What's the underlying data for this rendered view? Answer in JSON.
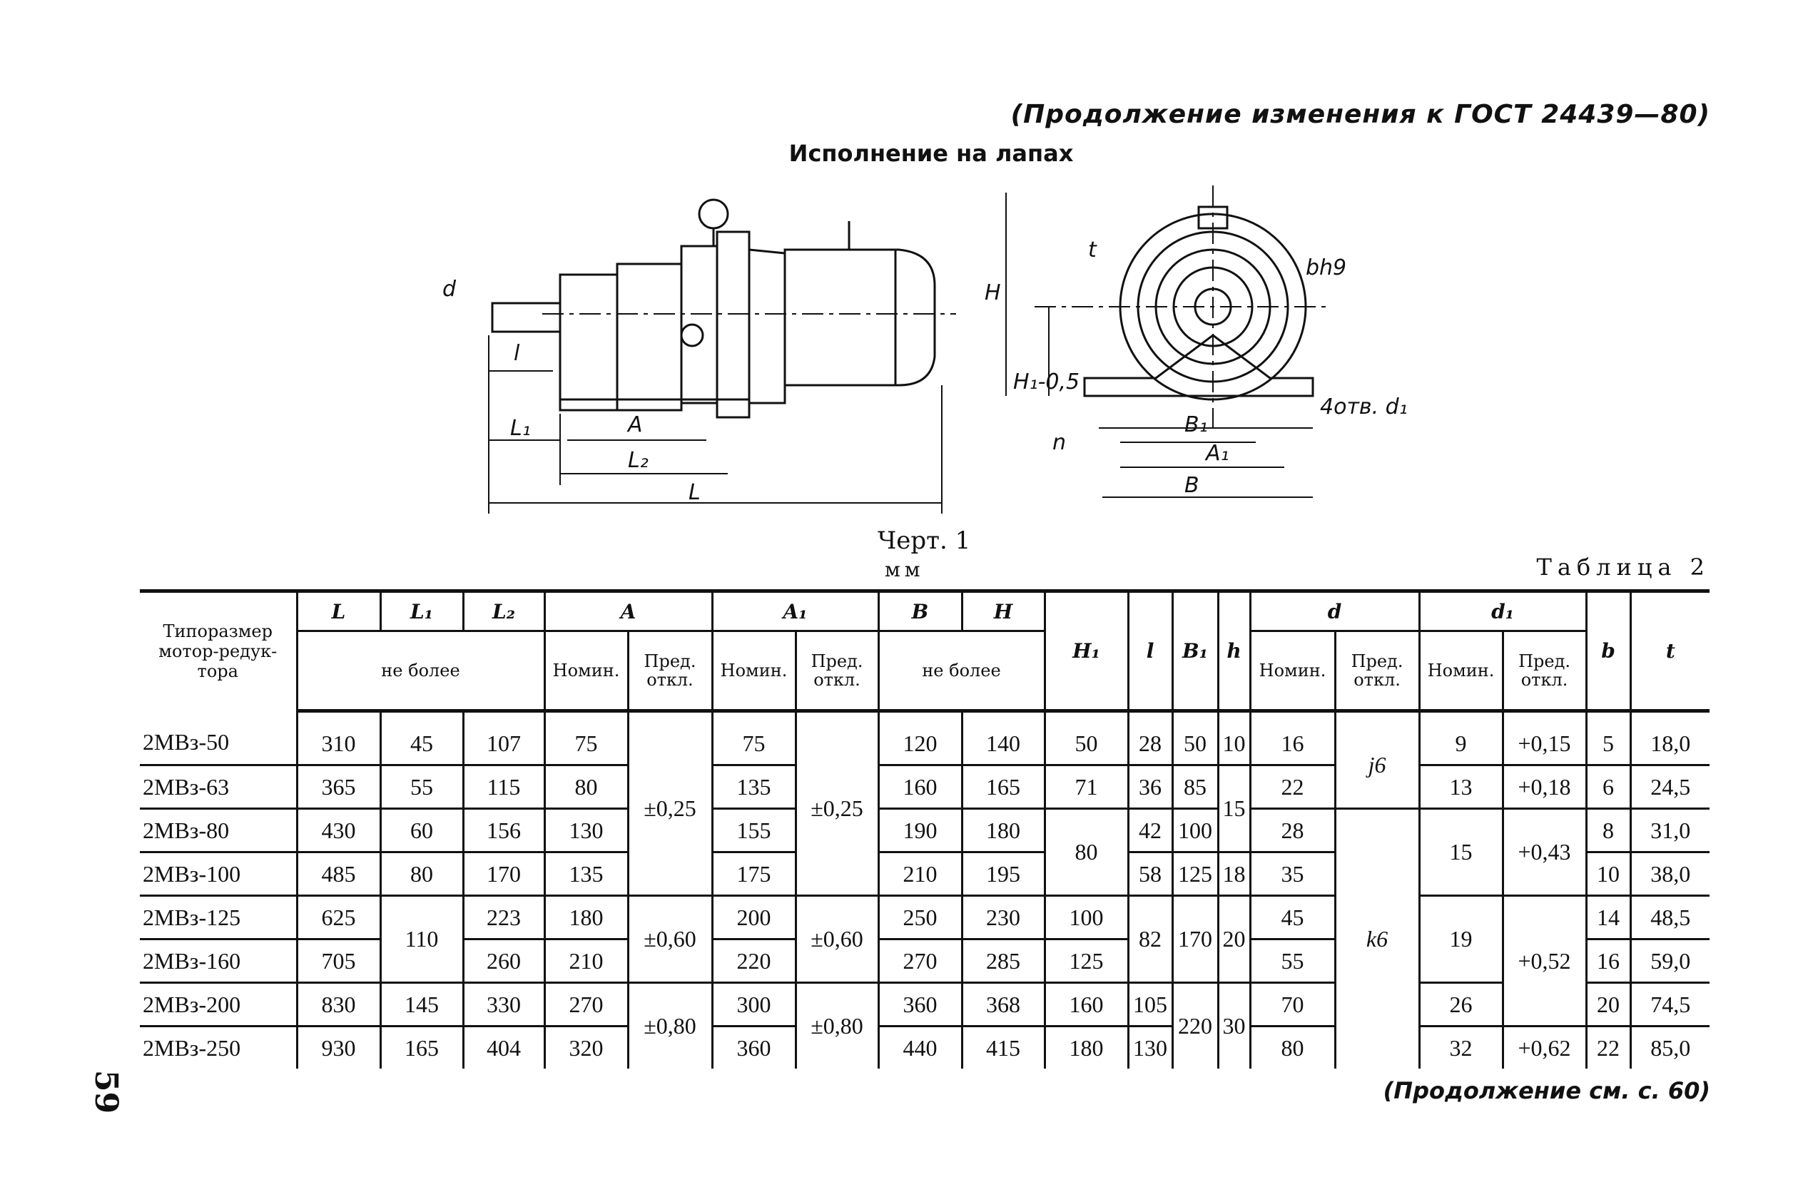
{
  "header": {
    "continuation": "(Продолжение изменения к ГОСТ 24439—80)",
    "title": "Исполнение на лапах"
  },
  "drawing": {
    "caption": "Черт. 1",
    "labels": {
      "d": "d",
      "l": "l",
      "L1": "L₁",
      "A": "A",
      "L2": "L₂",
      "L": "L",
      "H": "H",
      "t": "t",
      "bh9": "bh9",
      "H1": "H₁-0,5",
      "n": "n",
      "B1": "B₁",
      "A1": "A₁",
      "B": "B",
      "holes": "4отв. d₁"
    }
  },
  "units": "мм",
  "table_label": "Таблица 2",
  "table": {
    "col_name": "Типоразмер мотор-редук-тора",
    "symbols": {
      "L": "L",
      "L1": "L₁",
      "L2": "L₂",
      "A": "A",
      "A1": "A₁",
      "B": "B",
      "H": "H",
      "H1": "H₁",
      "l": "l",
      "B1": "B₁",
      "h": "h",
      "d": "d",
      "d1": "d₁",
      "b": "b",
      "t": "t"
    },
    "not_more": "не более",
    "nom": "Номин.",
    "dev": "Пред. откл.",
    "rows": [
      [
        {
          "v": "2МВз-50"
        },
        {
          "v": "310"
        },
        {
          "v": "45"
        },
        {
          "v": "107"
        },
        {
          "v": "75"
        },
        {
          "v": "±0,25",
          "rs": 4
        },
        {
          "v": "75"
        },
        {
          "v": "±0,25",
          "rs": 4
        },
        {
          "v": "120"
        },
        {
          "v": "140"
        },
        {
          "v": "50"
        },
        {
          "v": "28"
        },
        {
          "v": "50"
        },
        {
          "v": "10"
        },
        {
          "v": "16"
        },
        {
          "v": "j6",
          "rs": 2,
          "it": 1
        },
        {
          "v": "9"
        },
        {
          "v": "+0,15"
        },
        {
          "v": "5"
        },
        {
          "v": "18,0"
        }
      ],
      [
        {
          "v": "2МВз-63"
        },
        {
          "v": "365"
        },
        {
          "v": "55"
        },
        {
          "v": "115"
        },
        {
          "v": "80"
        },
        {
          "v": "135"
        },
        {
          "v": "160"
        },
        {
          "v": "165"
        },
        {
          "v": "71"
        },
        {
          "v": "36"
        },
        {
          "v": "85"
        },
        {
          "v": "15",
          "rs": 2
        },
        {
          "v": "22"
        },
        {
          "v": "13"
        },
        {
          "v": "+0,18"
        },
        {
          "v": "6"
        },
        {
          "v": "24,5"
        }
      ],
      [
        {
          "v": "2МВз-80"
        },
        {
          "v": "430"
        },
        {
          "v": "60"
        },
        {
          "v": "156"
        },
        {
          "v": "130"
        },
        {
          "v": "155"
        },
        {
          "v": "190"
        },
        {
          "v": "180"
        },
        {
          "v": "80",
          "rs": 2
        },
        {
          "v": "42"
        },
        {
          "v": "100"
        },
        {
          "v": "28"
        },
        {
          "v": "k6",
          "rs": 6,
          "it": 1
        },
        {
          "v": "15",
          "rs": 2
        },
        {
          "v": "+0,43",
          "rs": 2
        },
        {
          "v": "8"
        },
        {
          "v": "31,0"
        }
      ],
      [
        {
          "v": "2МВз-100"
        },
        {
          "v": "485"
        },
        {
          "v": "80"
        },
        {
          "v": "170"
        },
        {
          "v": "135"
        },
        {
          "v": "175"
        },
        {
          "v": "210"
        },
        {
          "v": "195"
        },
        {
          "v": "58"
        },
        {
          "v": "125"
        },
        {
          "v": "18"
        },
        {
          "v": "35"
        },
        {
          "v": "10"
        },
        {
          "v": "38,0"
        }
      ],
      [
        {
          "v": "2МВз-125"
        },
        {
          "v": "625"
        },
        {
          "v": "110",
          "rs": 2
        },
        {
          "v": "223"
        },
        {
          "v": "180"
        },
        {
          "v": "±0,60",
          "rs": 2
        },
        {
          "v": "200"
        },
        {
          "v": "±0,60",
          "rs": 2
        },
        {
          "v": "250"
        },
        {
          "v": "230"
        },
        {
          "v": "100"
        },
        {
          "v": "82",
          "rs": 2
        },
        {
          "v": "170",
          "rs": 2
        },
        {
          "v": "20",
          "rs": 2
        },
        {
          "v": "45"
        },
        {
          "v": "19",
          "rs": 2
        },
        {
          "v": "+0,52",
          "rs": 3
        },
        {
          "v": "14"
        },
        {
          "v": "48,5"
        }
      ],
      [
        {
          "v": "2МВз-160"
        },
        {
          "v": "705"
        },
        {
          "v": "260"
        },
        {
          "v": "210"
        },
        {
          "v": "220"
        },
        {
          "v": "270"
        },
        {
          "v": "285"
        },
        {
          "v": "125"
        },
        {
          "v": "55"
        },
        {
          "v": "16"
        },
        {
          "v": "59,0"
        }
      ],
      [
        {
          "v": "2МВз-200"
        },
        {
          "v": "830"
        },
        {
          "v": "145"
        },
        {
          "v": "330"
        },
        {
          "v": "270"
        },
        {
          "v": "±0,80",
          "rs": 2
        },
        {
          "v": "300"
        },
        {
          "v": "±0,80",
          "rs": 2
        },
        {
          "v": "360"
        },
        {
          "v": "368"
        },
        {
          "v": "160"
        },
        {
          "v": "105"
        },
        {
          "v": "220",
          "rs": 2
        },
        {
          "v": "30",
          "rs": 2
        },
        {
          "v": "70"
        },
        {
          "v": "26"
        },
        {
          "v": "20"
        },
        {
          "v": "74,5"
        }
      ],
      [
        {
          "v": "2МВз-250"
        },
        {
          "v": "930"
        },
        {
          "v": "165"
        },
        {
          "v": "404"
        },
        {
          "v": "320"
        },
        {
          "v": "360"
        },
        {
          "v": "440"
        },
        {
          "v": "415"
        },
        {
          "v": "180"
        },
        {
          "v": "130"
        },
        {
          "v": "80"
        },
        {
          "v": "32"
        },
        {
          "v": "+0,62"
        },
        {
          "v": "22"
        },
        {
          "v": "85,0"
        }
      ]
    ]
  },
  "footer": {
    "continuation": "(Продолжение см. с. 60)",
    "page_number": "59"
  }
}
